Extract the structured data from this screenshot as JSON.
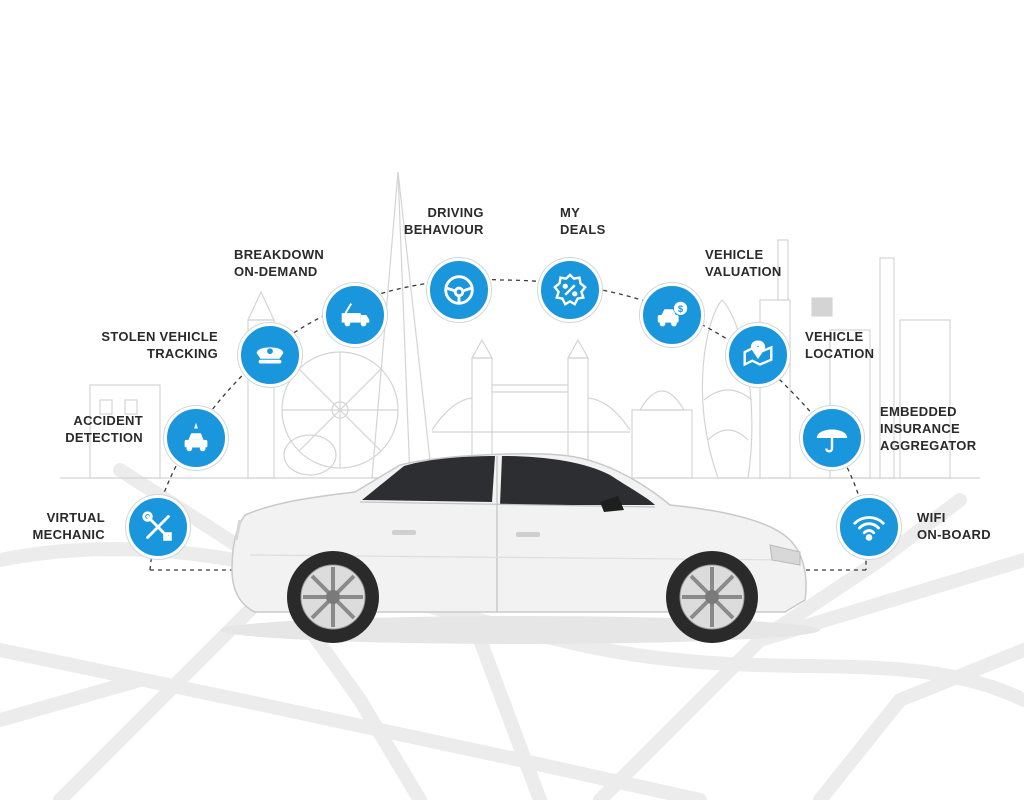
{
  "accent_color": "#1a96dc",
  "features": [
    {
      "id": "virtual-mechanic",
      "icon": "wrench-screwdriver-icon",
      "lines": [
        "VIRTUAL",
        "MECHANIC"
      ]
    },
    {
      "id": "accident-detection",
      "icon": "car-crash-icon",
      "lines": [
        "ACCIDENT",
        "DETECTION"
      ]
    },
    {
      "id": "stolen-vehicle-tracking",
      "icon": "police-cap-icon",
      "lines": [
        "STOLEN VEHICLE",
        "TRACKING"
      ]
    },
    {
      "id": "breakdown-on-demand",
      "icon": "tow-truck-icon",
      "lines": [
        "BREAKDOWN",
        "ON-DEMAND"
      ]
    },
    {
      "id": "driving-behaviour",
      "icon": "steering-wheel-icon",
      "lines": [
        "DRIVING",
        "BEHAVIOUR"
      ]
    },
    {
      "id": "my-deals",
      "icon": "discount-badge-icon",
      "lines": [
        "MY",
        "DEALS"
      ]
    },
    {
      "id": "vehicle-valuation",
      "icon": "car-dollar-icon",
      "lines": [
        "VEHICLE",
        "VALUATION"
      ]
    },
    {
      "id": "vehicle-location",
      "icon": "map-pin-icon",
      "lines": [
        "VEHICLE",
        "LOCATION"
      ]
    },
    {
      "id": "embedded-insurance-aggregator",
      "icon": "umbrella-icon",
      "lines": [
        "EMBEDDED",
        "INSURANCE",
        "AGGREGATOR"
      ]
    },
    {
      "id": "wifi-on-board",
      "icon": "wifi-icon",
      "lines": [
        "WIFI",
        "ON-BOARD"
      ]
    }
  ]
}
